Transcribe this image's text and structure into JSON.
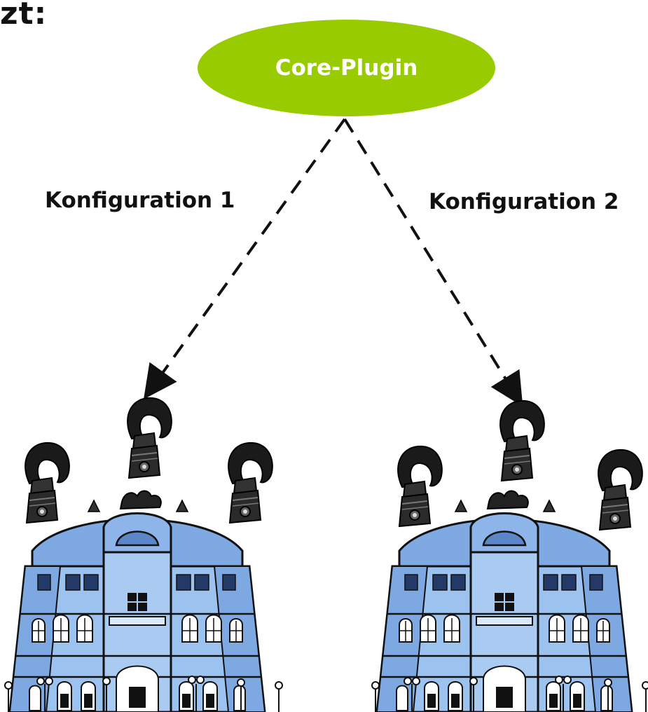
{
  "heading": "zt:",
  "core_node": {
    "label": "Core-Plugin",
    "color": "#99cc00"
  },
  "edges": [
    {
      "label": "Konfiguration 1"
    },
    {
      "label": "Konfiguration 2"
    }
  ],
  "icons": {
    "hook": "hook-icon",
    "building": "building-icon"
  },
  "colors": {
    "building_fill": "#9cc3ef",
    "building_dark": "#6a97d8",
    "outline": "#111111"
  }
}
